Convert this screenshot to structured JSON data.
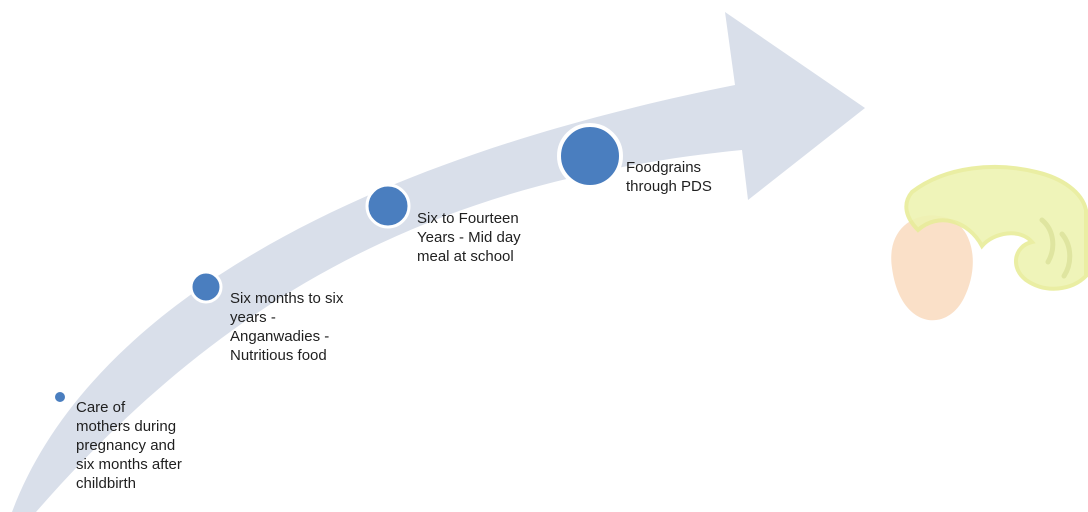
{
  "steps": [
    {
      "label": "Care of\nmothers during\npregnancy and\nsix months after\nchildbirth"
    },
    {
      "label": "Six months to six\nyears -\nAnganwadies -\nNutritious food"
    },
    {
      "label": "Six to Fourteen\nYears - Mid day\nmeal at school"
    },
    {
      "label": "Foodgrains\nthrough PDS"
    }
  ],
  "colors": {
    "arrow_fill": "#d9dfea",
    "dot_fill": "#4a7ebf",
    "dot_stroke": "#ffffff",
    "text": "#1f1f1f"
  }
}
